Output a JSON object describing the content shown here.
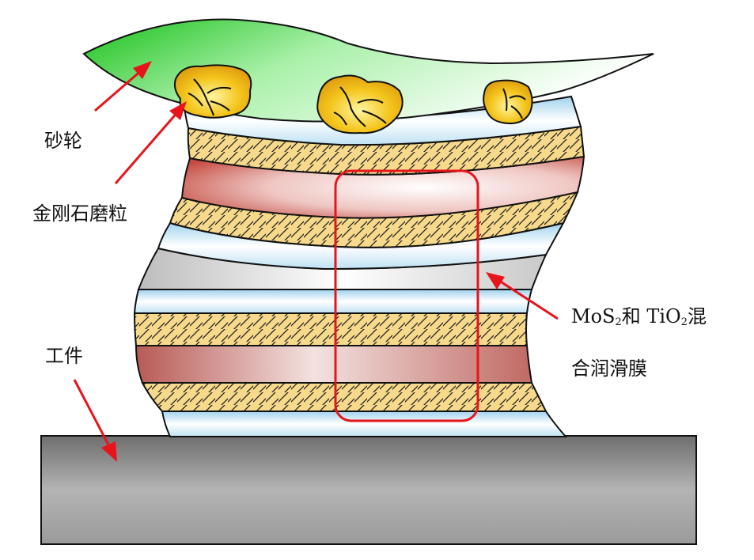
{
  "labels": {
    "wheel": "砂轮",
    "diamond": "金刚石磨粒",
    "workpiece": "工件",
    "film_line1_a": "MoS",
    "film_line1_sub_a": "2",
    "film_line1_b": "和 TiO",
    "film_line1_sub_b": "2",
    "film_line1_c": "混",
    "film_line2": "合润滑膜"
  },
  "colors": {
    "arrow": "#e8141b",
    "highlight_box": "#e8141b",
    "wheel_green": "#2ecc2e",
    "hatched_layer": "#f6d78a",
    "red_layer": "#d9746e",
    "blue_layer": "#bfe0f2",
    "gray_layer": "#c8c8c8",
    "workpiece_gray": "#8a8a8a",
    "grit_yellow": "#f2c21a"
  }
}
